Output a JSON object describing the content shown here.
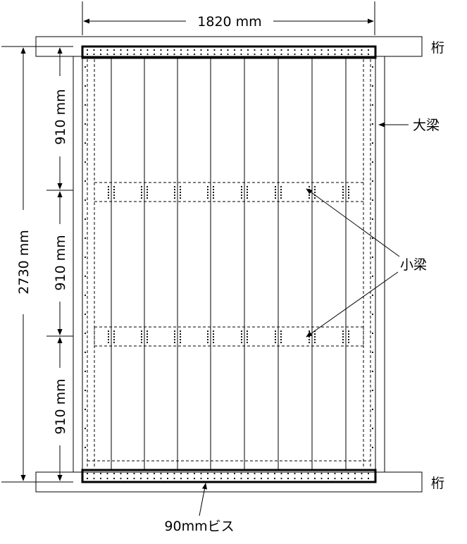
{
  "dimensions": {
    "width_label": "1820 mm",
    "height_label": "2730 mm",
    "segment_top_label": "910 mm",
    "segment_middle_label": "910 mm",
    "segment_bottom_label": "910 mm"
  },
  "labels": {
    "keta_top": "桁",
    "keta_bottom": "桁",
    "oobari": "大梁",
    "kobari": "小梁",
    "screw": "90mmビス"
  }
}
